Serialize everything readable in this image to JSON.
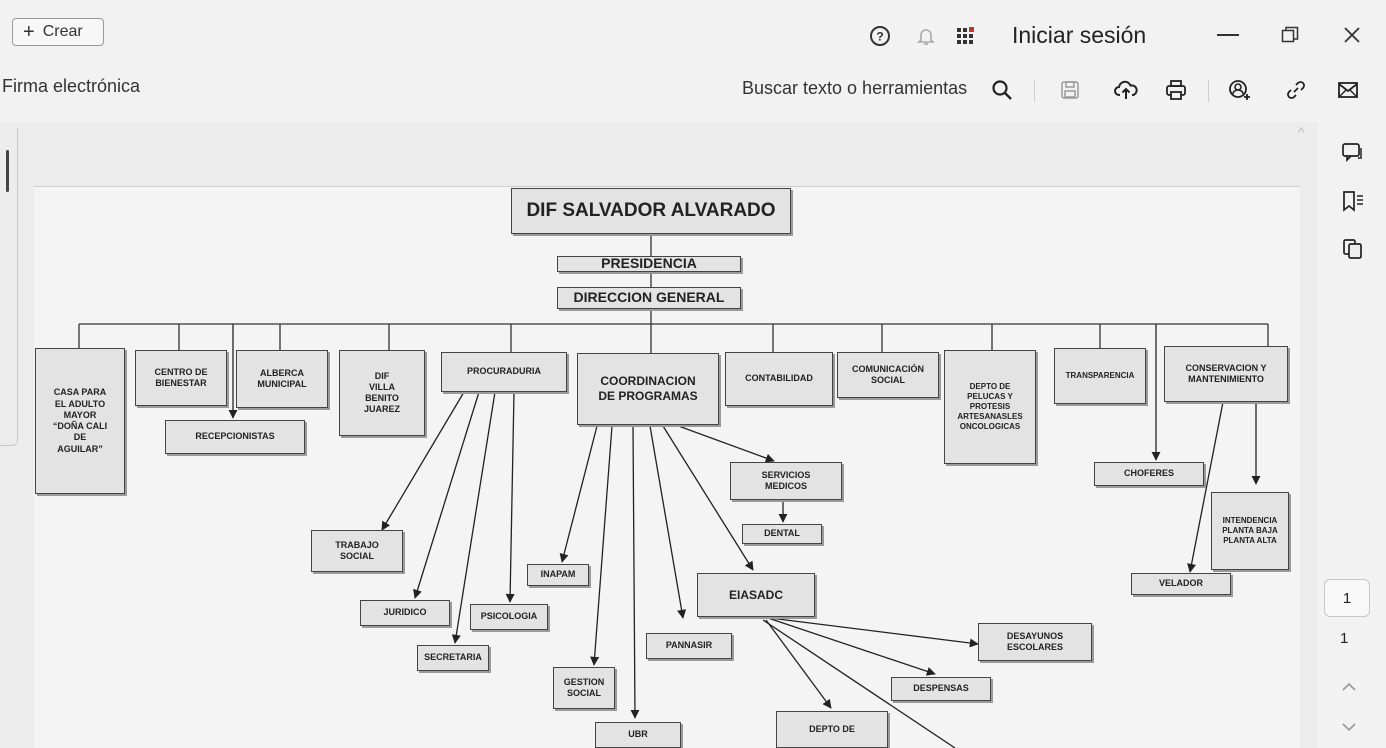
{
  "toolbar": {
    "create_label": "Crear",
    "create_icon": "plus-icon",
    "signin_label": "Iniciar sesión",
    "icons": [
      "help-icon",
      "bell-icon",
      "apps-icon",
      "minimize-icon",
      "restore-icon",
      "close-icon"
    ]
  },
  "document": {
    "name": "Firma electrónica",
    "search_label": "Buscar texto o herramientas",
    "tool_icons": [
      "search-icon",
      "save-icon",
      "upload-cloud-icon",
      "print-icon",
      "share-user-icon",
      "link-icon",
      "mail-icon"
    ]
  },
  "rail": {
    "icons": [
      "comment-icon",
      "bookmark-icon",
      "copy-icon"
    ],
    "current_page": "1",
    "total_pages": "1"
  },
  "org_chart": {
    "title": "DIF SALVADOR ALVARADO",
    "presidencia": "PRESIDENCIA",
    "direccion": "DIRECCION GENERAL",
    "casa": "CASA PARA\nEL ADULTO\nMAYOR\n“DOÑA CALI\nDE\nAGUILAR”",
    "centro": "CENTRO DE\nBIENESTAR",
    "alberca": "ALBERCA\nMUNICIPAL",
    "recepcionistas": "RECEPCIONISTAS",
    "dif_villa": "DIF\nVILLA\nBENITO\nJUAREZ",
    "procuraduria": "PROCURADURIA",
    "coordinacion": "COORDINACION\nDE PROGRAMAS",
    "contabilidad": "CONTABILIDAD",
    "comunicacion": "COMUNICACIÓN\nSOCIAL",
    "pelucas": "DEPTO DE\nPELUCAS Y\nPROTESIS\nARTESANASLES\nONCOLOGICAS",
    "transparencia": "TRANSPARENCIA",
    "conservacion": "CONSERVACION Y\nMANTENIMIENTO",
    "choferes": "CHOFERES",
    "intendencia": "INTENDENCIA\nPLANTA BAJA\nPLANTA ALTA",
    "velador": "VELADOR",
    "servicios": "SERVICIOS\nMEDICOS",
    "dental": "DENTAL",
    "trabajo": "TRABAJO\nSOCIAL",
    "juridico": "JURIDICO",
    "secretaria": "SECRETARIA",
    "psicologia": "PSICOLOGIA",
    "inapam": "INAPAM",
    "gestion": "GESTION\nSOCIAL",
    "ubr": "UBR",
    "pannasir": "PANNASIR",
    "eiasadc": "EIASADC",
    "desayunos": "DESAYUNOS\nESCOLARES",
    "despensas": "DESPENSAS",
    "depto_de": "DEPTO DE"
  }
}
